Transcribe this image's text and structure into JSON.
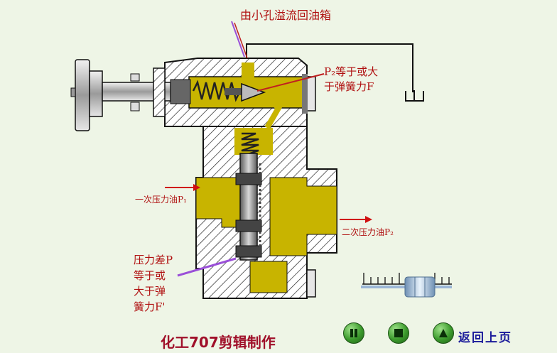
{
  "labels": {
    "top_overflow": "由小孔溢流回油箱",
    "p2_line1": "P₂等于或大",
    "p2_line2": "于弹簧力F",
    "primary_oil": "一次压力油P₁",
    "secondary_oil": "二次压力油P₂",
    "dp_line1": "压力差P",
    "dp_line2": "等于或",
    "dp_line3": "大于弹",
    "dp_line4": "簧力F'"
  },
  "footer": {
    "credit": "化工707剪辑制作",
    "back_label": "返回上页"
  },
  "controls": {
    "pause_icon": "pause-icon",
    "stop_icon": "stop-icon",
    "play_icon": "play-icon"
  },
  "colors": {
    "oil": "#c8b400",
    "annotation_red": "#b01010",
    "button_green": "#3b9a2c",
    "back_link": "#1a1a9a"
  }
}
